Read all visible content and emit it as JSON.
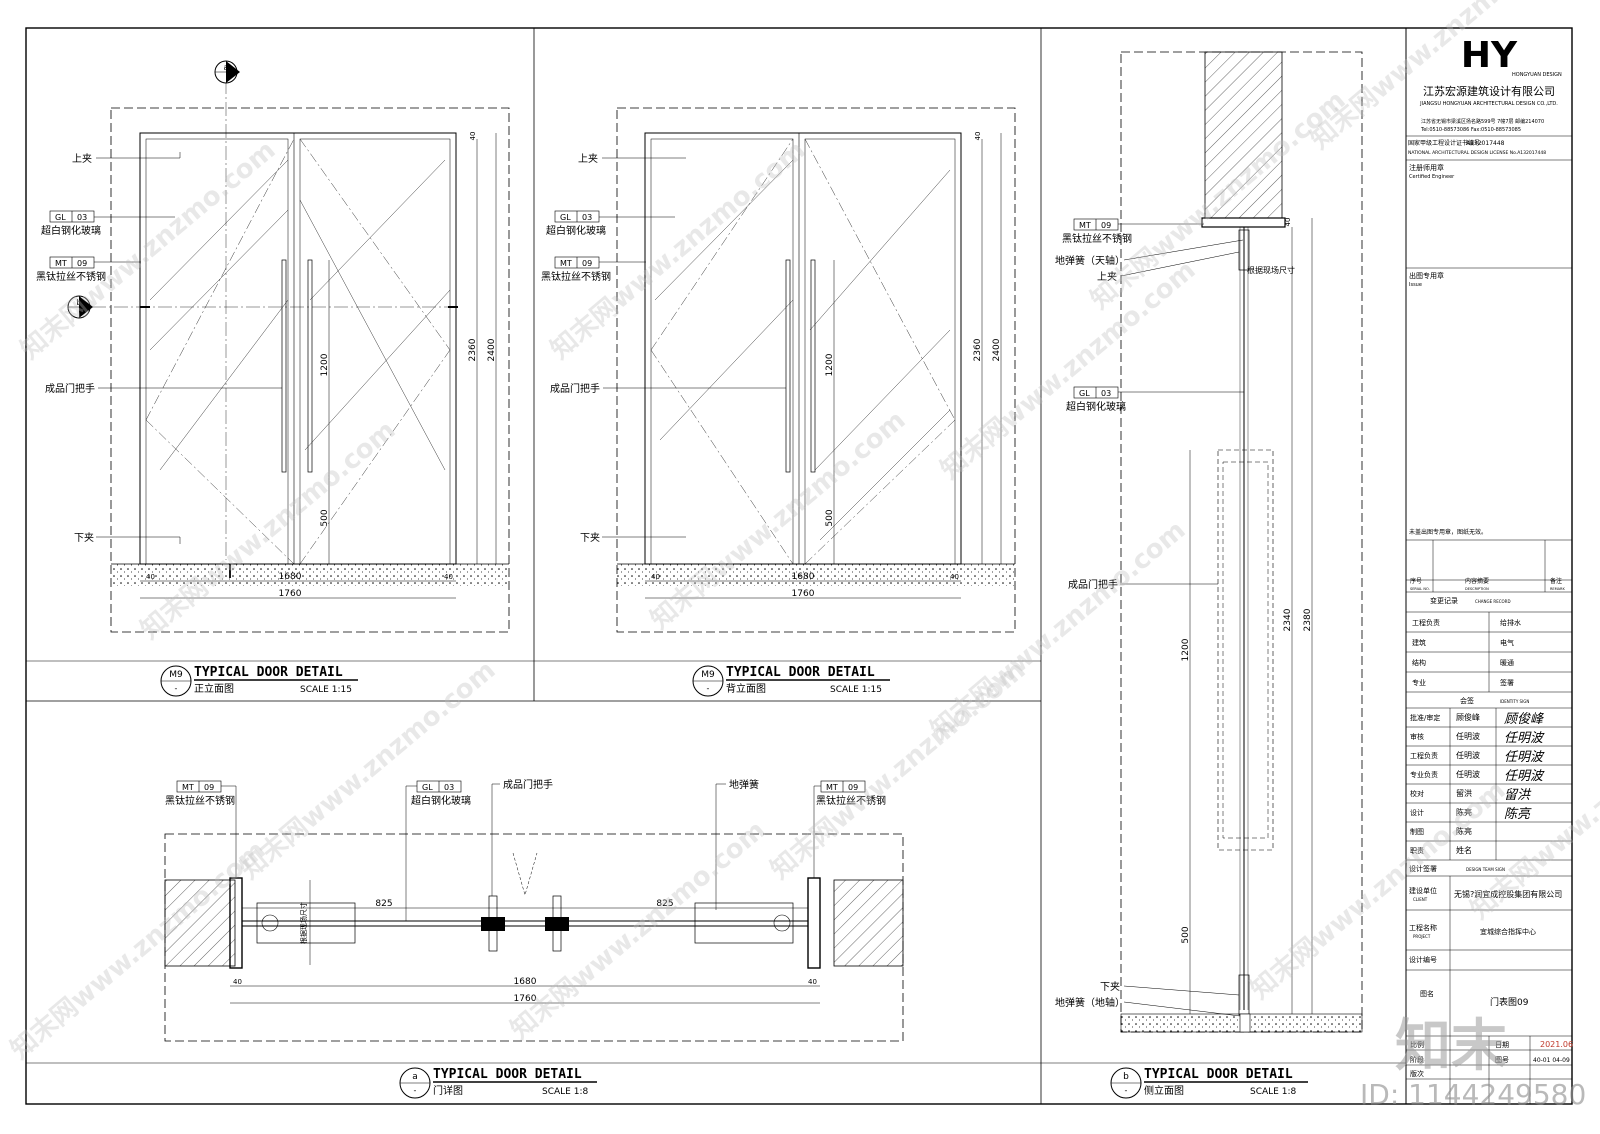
{
  "company": {
    "logo": "HY",
    "logo_small": "HONGYUAN DESIGN",
    "name_cn": "江苏宏源建筑设计有限公司",
    "name_en": "JIANGSU HONGYUAN ARCHITECTURAL DESIGN CO.,LTD.",
    "address": "江苏省无锡市梁溪区扬名路599号 7幢7层 邮编214070",
    "contact": "Tel:0510-88573086   Fax:0510-88573085",
    "license_cn": "国家甲级工程设计证书编号:",
    "license_no": "A132017448",
    "license_en": "NATIONAL ARCHITECTURAL DESIGN LICENSE No.A132017448"
  },
  "titleblock": {
    "certified": "注册师用章",
    "certified_en": "Certified Engineer",
    "drawing_stamp": "出图专用章",
    "stamp_en": "Issue",
    "note": "未盖出图专用章，图纸无效。",
    "rev_headers": [
      "序号",
      "内容摘要",
      "备注"
    ],
    "rev_headers_en": [
      "SERIAL NO.",
      "DESCRIPTION",
      "REMARK"
    ],
    "change_record": "变更记录",
    "change_record_en": "CHANGE RECORD",
    "disc_rows": [
      [
        "工程负责",
        "给排水"
      ],
      [
        "建筑",
        "电气"
      ],
      [
        "结构",
        "暖通"
      ],
      [
        "专业",
        "签署"
      ]
    ],
    "countersign": "会签",
    "countersign_en": "IDENTITY SIGN",
    "sign_rows": [
      {
        "role": "批准/审定",
        "name": "顾俊峰"
      },
      {
        "role": "审核",
        "name": "任明波"
      },
      {
        "role": "工程负责",
        "name": "任明波"
      },
      {
        "role": "专业负责",
        "name": "任明波"
      },
      {
        "role": "校对",
        "name": "留洪"
      },
      {
        "role": "设计",
        "name": "陈亮"
      },
      {
        "role": "制图",
        "name": "陈亮"
      },
      {
        "role": "职责",
        "name": "姓名"
      }
    ],
    "signatures": [
      "顾俊峰",
      "任明波",
      "任明波",
      "任明波",
      "留洪",
      "陈亮"
    ],
    "design_team": "设计签署",
    "design_team_en": "DESIGN TEAM SIGN",
    "client_label": "建设单位",
    "client_en": "CLIENT",
    "client": "无锡?润宜成控股集团有限公司",
    "project_label": "工程名称",
    "project_en": "PROJECT",
    "project": "宜城综合指挥中心",
    "design_no_label": "设计编号",
    "drawing_label": "图名",
    "drawing_name": "门表图09",
    "scale_label": "比例",
    "date_label": "日期",
    "date_en": "DATE",
    "date": "2021.06",
    "phase_label": "阶段",
    "sheet_label": "图号",
    "version_label": "版次",
    "sheet_no": "40-01 04-09"
  },
  "panel_m9": {
    "tag": "M9",
    "tag_sub": "-",
    "title": "TYPICAL DOOR DETAIL",
    "subtitle": "正立面图",
    "scale": "SCALE 1:15",
    "labels": [
      "上夹",
      "超白钢化玻璃",
      "黑钛拉丝不锈钢",
      "成品门把手",
      "下夹"
    ],
    "tag_gl": [
      "GL",
      "03"
    ],
    "tag_mt": [
      "MT",
      "09"
    ],
    "section_a": "a",
    "section_b": "b",
    "dims": {
      "w1": "1680",
      "w2": "1760",
      "s1": "40",
      "s2": "40",
      "h1": "2360",
      "h2": "2400",
      "h3": "1200",
      "h4": "500",
      "top": "40"
    }
  },
  "panel_back": {
    "tag": "M9",
    "tag_sub": "-",
    "title": "TYPICAL DOOR DETAIL",
    "subtitle": "背立面图",
    "scale": "SCALE 1:15",
    "labels": [
      "上夹",
      "超白钢化玻璃",
      "黑钛拉丝不锈钢",
      "成品门把手",
      "下夹"
    ]
  },
  "panel_side": {
    "tag": "b",
    "tag_sub": "-",
    "title": "TYPICAL DOOR DETAIL",
    "subtitle": "侧立面图",
    "scale": "SCALE 1:8",
    "labels": [
      "黑钛拉丝不锈钢",
      "地弹簧（天轴）",
      "上夹",
      "超白钢化玻璃",
      "成品门把手",
      "下夹",
      "地弹簧（地轴）",
      "根据现场尺寸"
    ],
    "dims": {
      "top": "40",
      "h1": "2340",
      "h2": "2380",
      "h3": "1200",
      "h4": "500"
    }
  },
  "panel_plan": {
    "tag": "a",
    "tag_sub": "-",
    "title": "TYPICAL DOOR DETAIL",
    "subtitle": "门详图",
    "scale": "SCALE 1:8",
    "labels": [
      "黑钛拉丝不锈钢",
      "超白钢化玻璃",
      "成品门把手",
      "地弹簧",
      "黑钛拉丝不锈钢"
    ],
    "dims": {
      "l": "825",
      "r": "825",
      "w1": "1680",
      "w2": "1760",
      "s1": "40",
      "s2": "40",
      "site": "根据现场尺寸"
    }
  },
  "watermark": {
    "text": "知末网www.znzmo.com",
    "brand": "知末",
    "id": "ID: 1144249580"
  }
}
